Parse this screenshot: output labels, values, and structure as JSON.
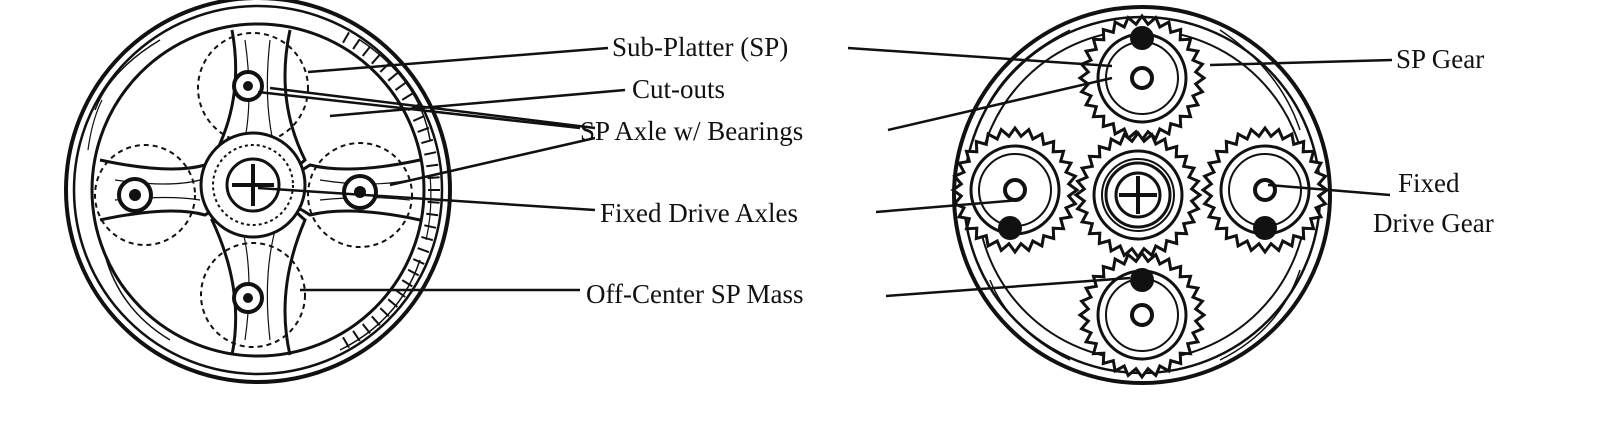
{
  "labels": {
    "sub_platter": "Sub-Platter (SP)",
    "cut_outs": "Cut-outs",
    "sp_axle": "SP Axle w/ Bearings",
    "fixed_drive_axles": "Fixed Drive Axles",
    "off_center_mass": "Off-Center SP Mass",
    "sp_gear": "SP Gear",
    "fixed_line1": "Fixed",
    "fixed_line2": "Drive Gear"
  }
}
